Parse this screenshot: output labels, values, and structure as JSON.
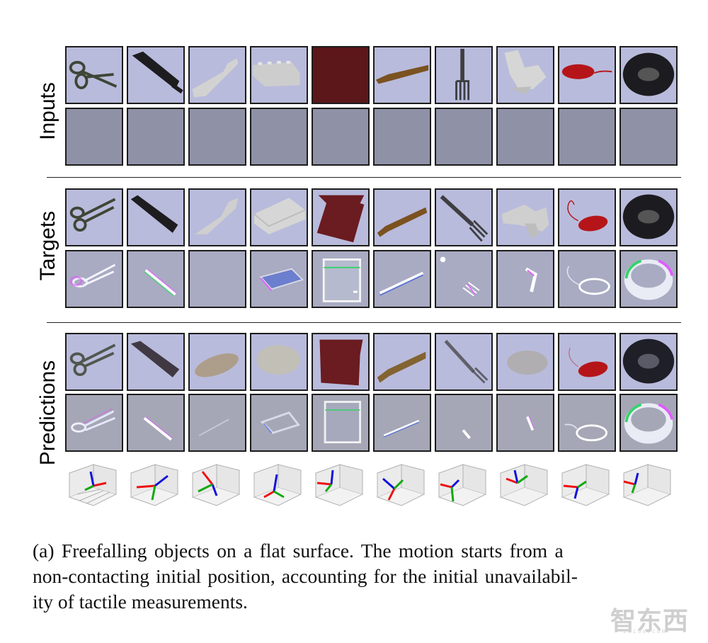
{
  "sections": {
    "inputs": "Inputs",
    "targets": "Targets",
    "predictions": "Predictions"
  },
  "objects": [
    "scissors",
    "wine-bottle",
    "bleach-bottle",
    "lego-block",
    "red-towel",
    "wooden-spoon",
    "fork",
    "drill",
    "red-mouse",
    "dark-disk"
  ],
  "caption": {
    "line1": "(a) Freefalling objects on a flat surface. The motion starts from a",
    "line2": "non-contacting initial position, accounting for the initial unavailabil-",
    "line3": "ity of tactile measurements."
  },
  "watermark": "智东西",
  "watermark_sub": "zhidx.com"
}
